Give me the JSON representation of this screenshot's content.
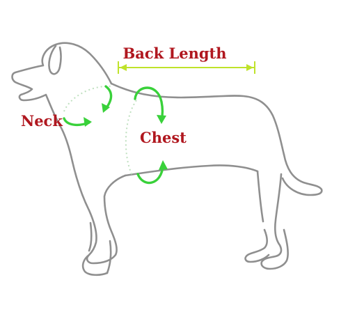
{
  "labels": {
    "back_length": "Back Length",
    "neck": "Neck",
    "chest": "Chest"
  },
  "icons": {
    "dog": "dog-silhouette-outline",
    "arrow": "curved-arrow"
  },
  "colors": {
    "label_text": "#b0171f",
    "measure_arrow": "#39d13a",
    "back_length_line": "#bfe32a",
    "outline": "#8f8f8f",
    "background": "#ffffff"
  }
}
